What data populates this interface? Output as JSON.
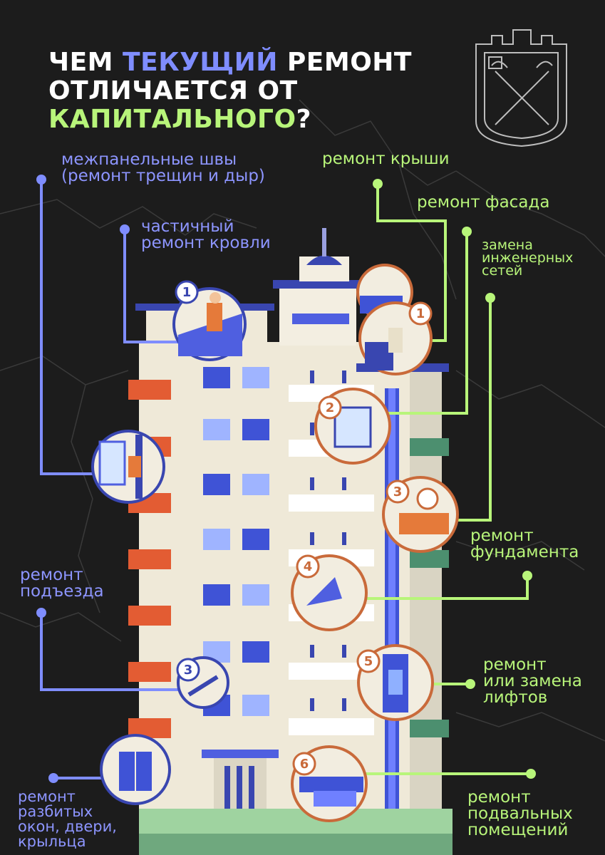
{
  "title": {
    "line1_a": "ЧЕМ ",
    "line1_b": "ТЕКУЩИЙ",
    "line1_c": " РЕМОНТ",
    "line2": "ОТЛИЧАЕТСЯ ОТ",
    "line3_a": "КАПИТАЛЬНОГО",
    "line3_b": "?"
  },
  "colors": {
    "current": "#8d95ff",
    "capital": "#b8f57a",
    "background": "#1c1c1c"
  },
  "current_repairs": [
    {
      "badge": "1",
      "line1": "частичный",
      "line2": "ремонт кровли"
    },
    {
      "badge": "",
      "line1": "межпанельные швы",
      "line2": "(ремонт трещин и дыр)"
    },
    {
      "badge": "3",
      "line1": "ремонт",
      "line2": "подъезда"
    },
    {
      "badge": "",
      "line1": "ремонт",
      "line2": "разбитых",
      "line3": "окон, двери,",
      "line4": "крыльца"
    }
  ],
  "capital_repairs": [
    {
      "badge": "1",
      "line1": "ремонт крыши"
    },
    {
      "badge": "2",
      "line1": "ремонт фасада"
    },
    {
      "badge": "3",
      "line1": "замена",
      "line2": "инженерных",
      "line3": "сетей"
    },
    {
      "badge": "4",
      "line1": "ремонт",
      "line2": "фундамента"
    },
    {
      "badge": "5",
      "line1": "ремонт",
      "line2": "или замена",
      "line3": "лифтов"
    },
    {
      "badge": "6",
      "line1": "ремонт",
      "line2": "подвальных",
      "line3": "помещений"
    }
  ],
  "icons": {
    "emblem": "city-coat-of-arms-icon"
  }
}
